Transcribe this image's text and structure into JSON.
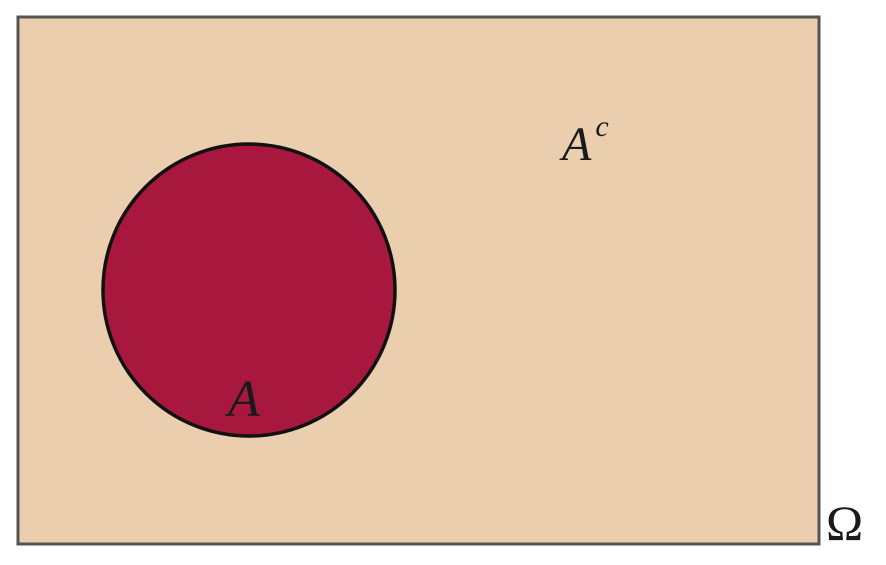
{
  "diagram": {
    "set_label": "A",
    "complement_base": "A",
    "complement_sup": "c",
    "universe_label": "Ω"
  },
  "colors": {
    "universe_fill": "#EBCEAD",
    "universe_border": "#555555",
    "set_fill": "#A8183E",
    "set_border": "#111111"
  }
}
